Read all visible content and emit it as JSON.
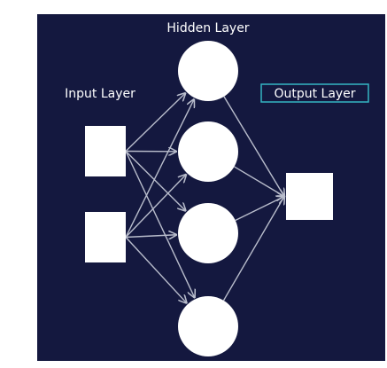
{
  "colors": {
    "background": "#14183f",
    "node_fill": "#ffffff",
    "edge_stroke": "#b9bdcc",
    "output_label_border": "#34b5c4"
  },
  "diagram": {
    "labels": {
      "hidden": "Hidden Layer",
      "input": "Input Layer",
      "output": "Output Layer"
    },
    "layers": {
      "input": {
        "count": 2,
        "shape": "rectangle"
      },
      "hidden": {
        "count": 4,
        "shape": "circle"
      },
      "output": {
        "count": 1,
        "shape": "square"
      }
    },
    "connections": "fully-connected"
  }
}
